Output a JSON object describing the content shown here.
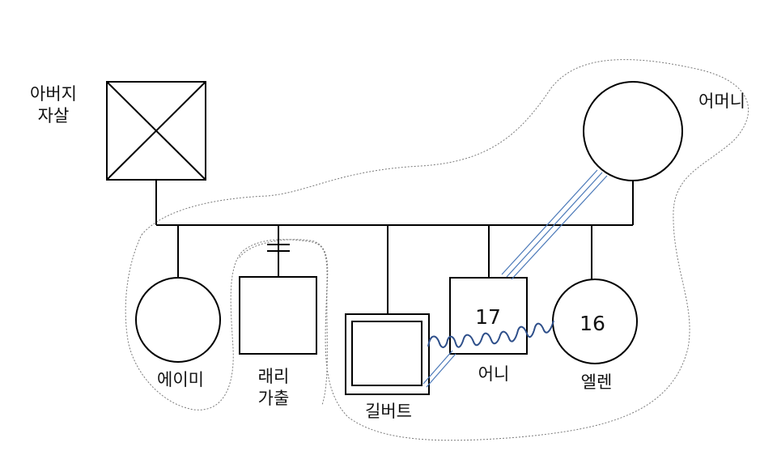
{
  "members": {
    "father": {
      "label_line1": "아버지",
      "label_line2": "자살"
    },
    "mother": {
      "label": "어머니"
    },
    "amy": {
      "label": "에이미"
    },
    "larry": {
      "label_line1": "래리",
      "label_line2": "가출"
    },
    "gilbert": {
      "label": "길버트"
    },
    "arnie": {
      "label": "어니",
      "age": "17"
    },
    "ellen": {
      "label": "엘렌",
      "age": "16"
    }
  },
  "colors": {
    "line": "#000000",
    "boundary": "#7a7a7a",
    "alliance": "#4a78b8",
    "conflict": "#2e4f8a"
  }
}
